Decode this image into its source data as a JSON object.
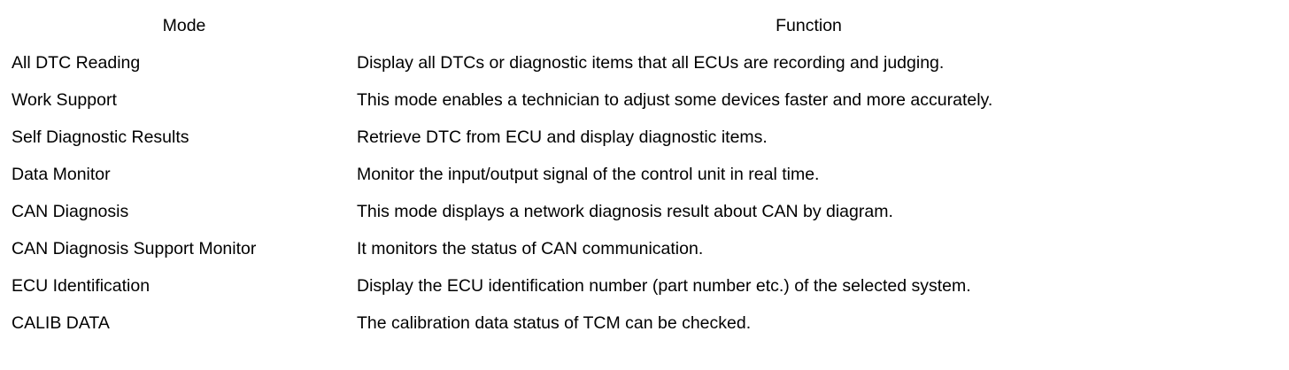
{
  "table": {
    "columns": [
      {
        "key": "mode",
        "label": "Mode",
        "align": "center"
      },
      {
        "key": "function",
        "label": "Function",
        "align": "center"
      }
    ],
    "rows": [
      {
        "mode": "All DTC Reading",
        "function": "Display all DTCs or diagnostic items that all ECUs are recording and judging."
      },
      {
        "mode": "Work Support",
        "function": "This mode enables a technician to adjust some devices faster and more accurately."
      },
      {
        "mode": "Self Diagnostic Results",
        "function": "Retrieve DTC from ECU and display diagnostic items."
      },
      {
        "mode": "Data Monitor",
        "function": "Monitor the input/output signal of the control unit in real time."
      },
      {
        "mode": "CAN Diagnosis",
        "function": "This mode displays a network diagnosis result about CAN by diagram."
      },
      {
        "mode": "CAN Diagnosis Support Monitor",
        "function": "It monitors the status of CAN communication."
      },
      {
        "mode": "ECU Identification",
        "function": "Display the ECU identification number (part number etc.) of the selected system."
      },
      {
        "mode": "CALIB DATA",
        "function": "The calibration data status of TCM can be checked."
      }
    ]
  },
  "style": {
    "text_color": "#000000",
    "background_color": "#ffffff",
    "rule_color": "#000000"
  }
}
